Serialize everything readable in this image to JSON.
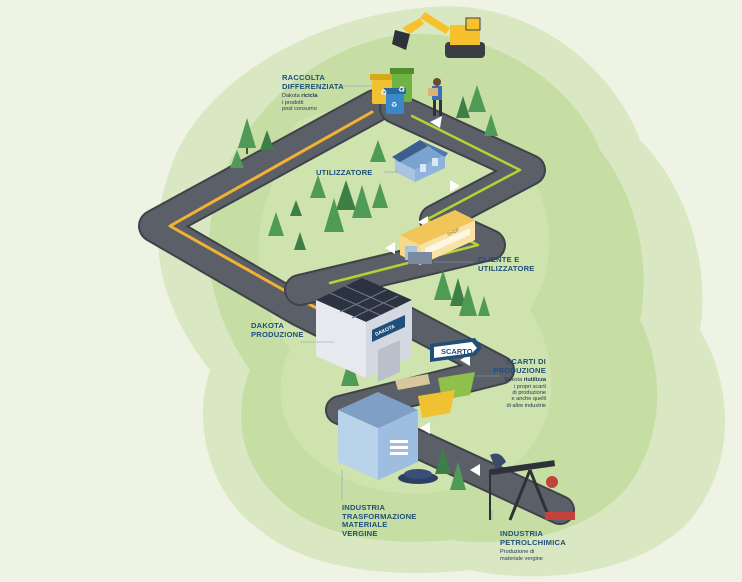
{
  "stations": {
    "raccolta": {
      "title_1": "RACCOLTA",
      "title_2": "DIFFERENZIATA",
      "desc_1": "Dakota ricicla",
      "desc_2": "i prodotti",
      "desc_3": "post consumo"
    },
    "utilizzatore": {
      "title": "UTILIZZATORE"
    },
    "cliente": {
      "title_1": "CLIENTE E",
      "title_2": "UTILIZZATORE"
    },
    "produzione": {
      "title_1": "DAKOTA",
      "title_2": "PRODUZIONE"
    },
    "scarti": {
      "title_1": "SCARTI DI",
      "title_2": "PRODUZIONE",
      "desc_1": "Dakota riutilizza",
      "desc_2": "i propri scarti",
      "desc_3": "di produzione",
      "desc_4": "e anche quelli",
      "desc_5": "di altre industrie"
    },
    "trasformazione": {
      "title_1": "INDUSTRIA",
      "title_2": "TRASFORMAZIONE",
      "title_3": "MATERIALE",
      "title_4": "VERGINE"
    },
    "petrolchimica": {
      "title_1": "INDUSTRIA",
      "title_2": "PETROLCHIMICA",
      "desc_1": "Produzione di",
      "desc_2": "materiale vergine"
    }
  },
  "signs": {
    "scarto": "SCARTO",
    "shop": "SHOP",
    "brand": "DAKOTA"
  },
  "colors": {
    "background": "#eef3e4",
    "island_light": "#d7e6bf",
    "island_mid": "#c2dba0",
    "grass": "#cfe3b2",
    "road": "#5b6068",
    "road_edge": "#3e434a",
    "line_orange": "#f2b233",
    "line_green": "#b5d334",
    "label_blue": "#1f4f7a",
    "tree": "#4f9a57",
    "tree_dark": "#3d7f46",
    "bin_yellow": "#f0c232",
    "bin_green": "#6fb344",
    "bin_blue": "#3b88c8",
    "excavator": "#f6c12c"
  }
}
